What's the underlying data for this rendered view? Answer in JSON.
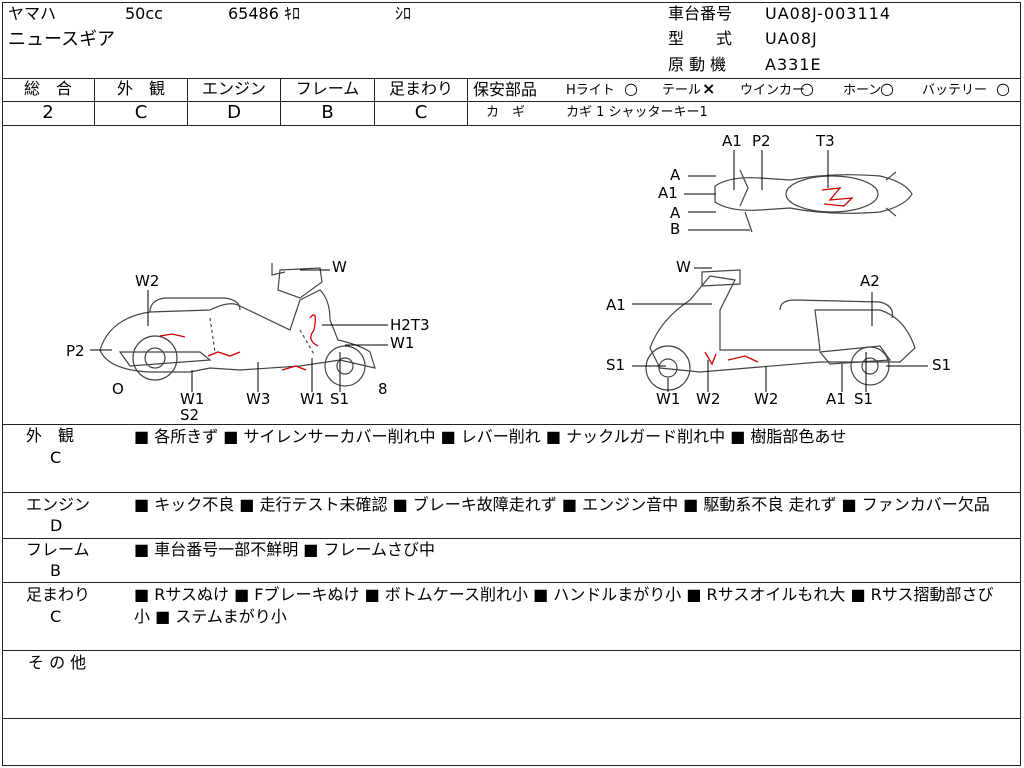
{
  "header": {
    "maker": "ヤマハ",
    "displacement": "50cc",
    "mileage": "65486 ｷﾛ",
    "color": "ｼﾛ",
    "model_name": "ニュースギア",
    "frame_no_label": "車台番号",
    "frame_no": "UA08J-003114",
    "type_label": "型　　式",
    "type": "UA08J",
    "engine_label": "原 動 機",
    "engine": "A331E"
  },
  "grades": [
    {
      "label": "総　合",
      "value": "2"
    },
    {
      "label": "外　観",
      "value": "C"
    },
    {
      "label": "エンジン",
      "value": "D"
    },
    {
      "label": "フレーム",
      "value": "B"
    },
    {
      "label": "足まわり",
      "value": "C"
    }
  ],
  "safety": {
    "label": "保安部品",
    "items": [
      {
        "name": "Hライト",
        "mark": "○"
      },
      {
        "name": "テール",
        "mark": "×"
      },
      {
        "name": "ウインカー",
        "mark": "○"
      },
      {
        "name": "ホーン",
        "mark": "○"
      },
      {
        "name": "バッテリー",
        "mark": "○"
      }
    ],
    "key_label": "カ　ギ",
    "key_value": "カギ 1  シャッターキー1"
  },
  "diagram_labels": {
    "left": [
      "W",
      "W2",
      "H2T3",
      "W1",
      "P2",
      "O",
      "W1",
      "S2",
      "W3",
      "W1",
      "S1",
      "8"
    ],
    "right": [
      "W",
      "A2",
      "A1",
      "S1",
      "S1",
      "W1",
      "W2",
      "W2",
      "A1",
      "S1"
    ],
    "top": [
      "A1",
      "P2",
      "T3",
      "A",
      "A1",
      "A",
      "B"
    ]
  },
  "sections": [
    {
      "label": "外　観",
      "grade": "C",
      "text": "■ 各所きず ■ サイレンサーカバー削れ中 ■ レバー削れ ■ ナックルガード削れ中 ■ 樹脂部色あせ"
    },
    {
      "label": "エンジン",
      "grade": "D",
      "text": "■ キック不良 ■ 走行テスト未確認 ■ ブレーキ故障走れず ■ エンジン音中 ■ 駆動系不良 走れず ■ ファンカバー欠品"
    },
    {
      "label": "フレーム",
      "grade": "B",
      "text": "■ 車台番号一部不鮮明 ■ フレームさび中"
    },
    {
      "label": "足まわり",
      "grade": "C",
      "text": "■ Rサスぬけ ■ Fブレーキぬけ ■ ボトムケース削れ小 ■ ハンドルまがり小 ■ Rサスオイルもれ大 ■ Rサス摺動部さび小 ■ ステムまがり小"
    },
    {
      "label": "そ の 他",
      "grade": "",
      "text": ""
    }
  ]
}
